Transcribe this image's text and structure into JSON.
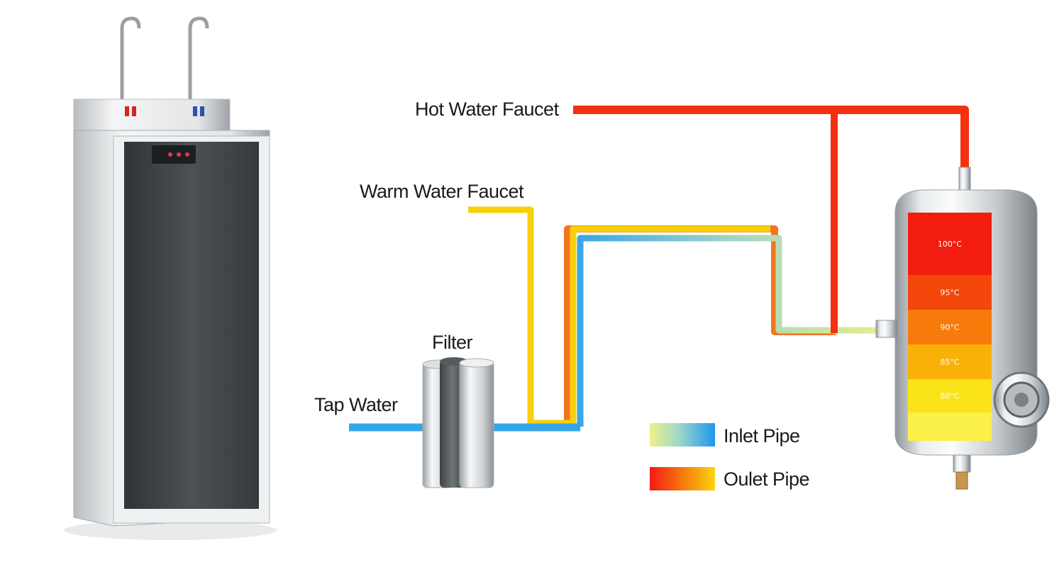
{
  "labels": {
    "hot_faucet": "Hot Water Faucet",
    "warm_faucet": "Warm Water Faucet",
    "filter": "Filter",
    "tap_water": "Tap Water"
  },
  "legend": {
    "inlet": "Inlet Pipe",
    "outlet": "Oulet Pipe"
  },
  "tank": {
    "zones": [
      {
        "label": "100°C",
        "color": "#f21d0e"
      },
      {
        "label": "95°C",
        "color": "#f4470c"
      },
      {
        "label": "90°C",
        "color": "#f77a0a"
      },
      {
        "label": "85°C",
        "color": "#f9b10a"
      },
      {
        "label": "80°C",
        "color": "#fae319"
      },
      {
        "label": "",
        "color": "#fbef4a"
      }
    ]
  },
  "colors": {
    "hot_pipe": "#f5300f",
    "outlet_pipe": "#f36f16",
    "warm_pipe": "#f7d10a",
    "inlet_pipe": "#36a5e8",
    "inlet_light": "#d9ec9a"
  }
}
